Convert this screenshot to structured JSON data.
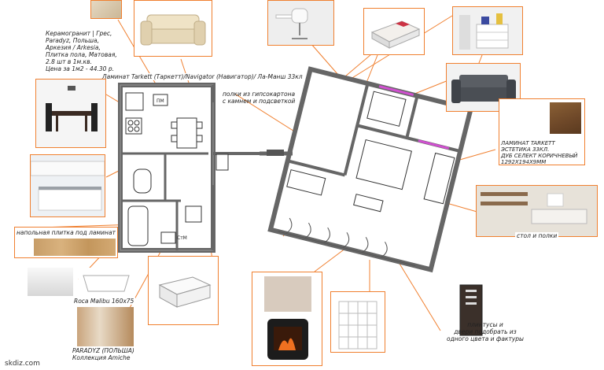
{
  "notes": {
    "tiles": "Керамогранит | Грес,\nParadyz, Польша,\nАркезия / Arkesia,\nПлитка пола, Матовая,\n2.8 шт в 1м.кв.\nЦена за 1м2 - 44.30 р.",
    "laminate_main": "Ламинат Tarkett (Таркетт)/Navigator (Навигатор)/ Ла-Манш 33кл",
    "shelves": "полки из гипсокартона\nс камнем и подсветкой",
    "laminate_right": "ЛАМИНАТ TARKETT\nЭСТЕТИКА 33КЛ.\nДУБ СЕЛЕКТ КОРИЧНЕВЫЙ\n1292Х194Х9ММ",
    "table_shelves": "стол и полки",
    "floor_tile": "напольная плитка под ламинат",
    "bath": "Roca Malibu 160x75",
    "paradyz": "PARADYZ (ПОЛЬША)\nКоллекция Amiche",
    "plinth": "плинтусы и\nдвери подобрать из\nодного цвета и фактуры",
    "site": "skdiz.com"
  },
  "plan_labels": {
    "fridge": "ПМ",
    "washer": "СтМ"
  },
  "colors": {
    "accent": "#f08030",
    "wall": "#707070",
    "laminate": "#c8a070",
    "dark_laminate": "#7a5230"
  },
  "icons": [
    "sofa-icon",
    "chair-icon",
    "bed-icon",
    "dresser-icon",
    "grey-sofa-icon",
    "dining-table-icon",
    "kitchen-icon",
    "bathtub-icon",
    "ottoman-icon",
    "fireplace-icon",
    "shelving-icon",
    "door-icon",
    "tile-icon"
  ]
}
